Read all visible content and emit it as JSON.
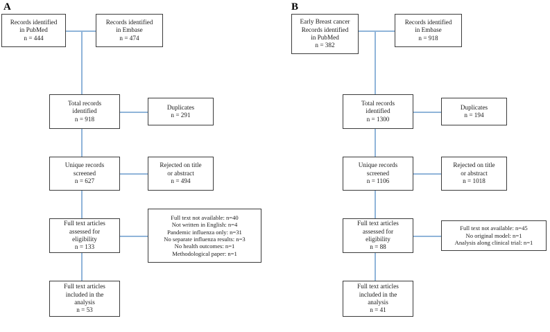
{
  "figure": {
    "type": "prisma-flow-diagram",
    "panel_count": 2,
    "colors": {
      "connector": "#8fb4d9",
      "box_border": "#3a3a3a",
      "text": "#1a1a1a",
      "background": "#ffffff"
    }
  },
  "panels": [
    {
      "letter": "A",
      "nodes": {
        "source_pubmed": {
          "lines": [
            "Records identified",
            "in PubMed",
            "n = 444"
          ]
        },
        "source_embase": {
          "lines": [
            "Records identified",
            "in Embase",
            "n = 474"
          ]
        },
        "total_records": {
          "lines": [
            "Total records",
            "identified",
            "n = 918"
          ]
        },
        "duplicates": {
          "lines": [
            "Duplicates",
            "n = 291"
          ]
        },
        "unique_records": {
          "lines": [
            "Unique records",
            "screened",
            "n = 627"
          ]
        },
        "rejected": {
          "lines": [
            "Rejected on title",
            "or abstract",
            "n = 494"
          ]
        },
        "eligibility": {
          "lines": [
            "Full text articles",
            "assessed for",
            "eligibility",
            "n = 133"
          ]
        },
        "exclusions": {
          "lines": [
            "Full text not available: n=40",
            "Not written in English: n=4",
            "Pandemic influenza only: n=31",
            "No separate influenza results: n=3",
            "No health outcomes: n=1",
            "Methodological paper: n=1"
          ]
        },
        "included": {
          "lines": [
            "Full text articles",
            "included in the",
            "analysis",
            "n = 53"
          ]
        }
      },
      "counts": {
        "pubmed": 444,
        "embase": 474,
        "total_records": 918,
        "duplicates": 291,
        "unique_screened": 627,
        "rejected_title_abstract": 494,
        "full_text_assessed": 133,
        "included": 53,
        "exclusion_reasons": [
          {
            "reason": "Full text not available",
            "n": 40
          },
          {
            "reason": "Not written in English",
            "n": 4
          },
          {
            "reason": "Pandemic influenza only",
            "n": 31
          },
          {
            "reason": "No separate influenza results",
            "n": 3
          },
          {
            "reason": "No health outcomes",
            "n": 1
          },
          {
            "reason": "Methodological paper",
            "n": 1
          }
        ]
      }
    },
    {
      "letter": "B",
      "nodes": {
        "source_pubmed": {
          "lines": [
            "Early Breast cancer",
            "Records identified",
            "in PubMed",
            "n = 382"
          ]
        },
        "source_embase": {
          "lines": [
            "Records identified",
            "in Embase",
            "n = 918"
          ]
        },
        "total_records": {
          "lines": [
            "Total records",
            "identified",
            "n = 1300"
          ]
        },
        "duplicates": {
          "lines": [
            "Duplicates",
            "n = 194"
          ]
        },
        "unique_records": {
          "lines": [
            "Unique records",
            "screened",
            "n = 1106"
          ]
        },
        "rejected": {
          "lines": [
            "Rejected on title",
            "or abstract",
            "n = 1018"
          ]
        },
        "eligibility": {
          "lines": [
            "Full text articles",
            "assessed for",
            "eligibility",
            "n = 88"
          ]
        },
        "exclusions": {
          "lines": [
            "Full text not available: n=45",
            "No original model: n=1",
            "Analysis along clinical trial: n=1"
          ]
        },
        "included": {
          "lines": [
            "Full text articles",
            "included in the",
            "analysis",
            "n = 41"
          ]
        }
      },
      "counts": {
        "pubmed": 382,
        "embase": 918,
        "total_records": 1300,
        "duplicates": 194,
        "unique_screened": 1106,
        "rejected_title_abstract": 1018,
        "full_text_assessed": 88,
        "included": 41,
        "exclusion_reasons": [
          {
            "reason": "Full text not available",
            "n": 45
          },
          {
            "reason": "No original model",
            "n": 1
          },
          {
            "reason": "Analysis along clinical trial",
            "n": 1
          }
        ]
      }
    }
  ]
}
